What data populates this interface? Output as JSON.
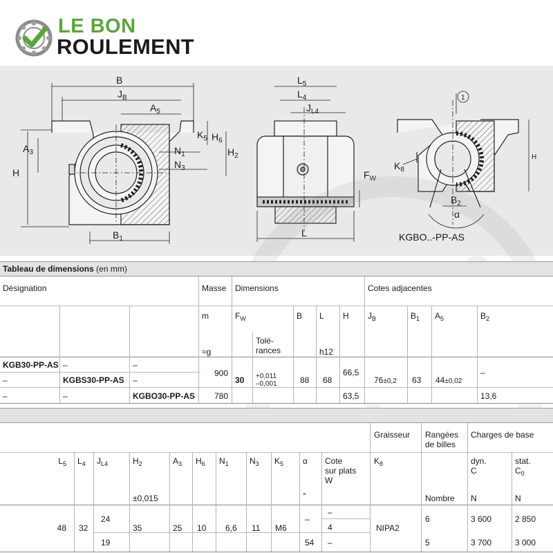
{
  "brand": {
    "line1": "LE BON",
    "line2": "ROULEMENT",
    "accent": "#5aa63a"
  },
  "drawing": {
    "labels": {
      "B": "B",
      "JB": "J",
      "JB_sub": "B",
      "A5": "A",
      "A5_sub": "5",
      "K5": "K",
      "K5_sub": "5",
      "H6": "H",
      "H6_sub": "6",
      "A3": "A",
      "A3_sub": "3",
      "N1": "N",
      "N1_sub": "1",
      "N3": "N",
      "N3_sub": "3",
      "H2": "H",
      "H2_sub": "2",
      "H": "H",
      "B1": "B",
      "B1_sub": "1",
      "L5": "L",
      "L5_sub": "5",
      "L4": "L",
      "L4_sub": "4",
      "JL4": "J",
      "JL4_sub": "L4",
      "FW": "F",
      "FW_sub": "W",
      "L": "L",
      "callout": "1",
      "K8": "K",
      "K8_sub": "8",
      "H_right": "H",
      "B2": "B",
      "B2_sub": "2",
      "alpha": "α",
      "caption": "KGBO..-PP-AS"
    }
  },
  "table1": {
    "title_bold": "Tableau de dimensions",
    "title_rest": " (en mm)",
    "headers": {
      "designation": "Désignation",
      "masse": "Masse",
      "dimensions": "Dimensions",
      "cotes": "Cotes adjacentes",
      "m": "m",
      "approx_g": "≈g",
      "fw": "F",
      "fw_sub": "W",
      "tol1": "Tolé-",
      "tol2": "rances",
      "b": "B",
      "l": "L",
      "l_tol": "h12",
      "h": "H",
      "jb": "J",
      "jb_sub": "B",
      "b1": "B",
      "b1_sub": "1",
      "a5": "A",
      "a5_sub": "5",
      "b2": "B",
      "b2_sub": "2"
    },
    "rows": [
      {
        "d1": "KGB30-PP-AS",
        "d2": "–",
        "d3": "–"
      },
      {
        "d1": "–",
        "d2": "KGBS30-PP-AS",
        "d3": "–"
      },
      {
        "d1": "–",
        "d2": "–",
        "d3": "KGBO30-PP-AS"
      }
    ],
    "values": {
      "mass_a": "900",
      "mass_c": "780",
      "fw": "30",
      "tol_hi": "+0,011",
      "tol_lo": "–0,001",
      "b": "88",
      "l": "68",
      "h_a": "66,5",
      "h_c": "63,5",
      "jb": "76",
      "jb_tol": "±0,2",
      "b1": "63",
      "a5": "44",
      "a5_tol": "±0,02",
      "b2_a": "–",
      "b2_c": "13,6"
    }
  },
  "table2": {
    "headers": {
      "graisseur": "Graisseur",
      "rangees1": "Rangées",
      "rangees2": "de billes",
      "charges": "Charges de base",
      "l5": "L",
      "l5_sub": "5",
      "l4": "L",
      "l4_sub": "4",
      "jl4": "J",
      "jl4_sub": "L4",
      "h2": "H",
      "h2_sub": "2",
      "h2_tol": "±0,015",
      "a3": "A",
      "a3_sub": "3",
      "h6": "H",
      "h6_sub": "6",
      "n1": "N",
      "n1_sub": "1",
      "n3": "N",
      "n3_sub": "3",
      "k5": "K",
      "k5_sub": "5",
      "alpha": "α",
      "deg": "°",
      "cote1": "Cote",
      "cote2": "sur plats",
      "cote3": "W",
      "k8": "K",
      "k8_sub": "8",
      "nombre": "Nombre",
      "dyn1": "dyn.",
      "dyn2": "C",
      "dyn_unit": "N",
      "stat1": "stat.",
      "stat2": "C",
      "stat2_sub": "0",
      "stat_unit": "N"
    },
    "values": {
      "l5": "48",
      "l4": "32",
      "jl4_a": "24",
      "jl4_b": "19",
      "h2": "35",
      "a3": "25",
      "h6": "10",
      "n1": "6,6",
      "n3": "11",
      "k5": "M6",
      "alpha_a": "–",
      "alpha_b": "54",
      "w_a": "–",
      "w_b": "4",
      "w_c": "–",
      "k8": "NIPA2",
      "rows_a": "6",
      "rows_b": "5",
      "dyn_a": "3 600",
      "dyn_b": "3 700",
      "stat_a": "2 850",
      "stat_b": "3 000"
    }
  }
}
